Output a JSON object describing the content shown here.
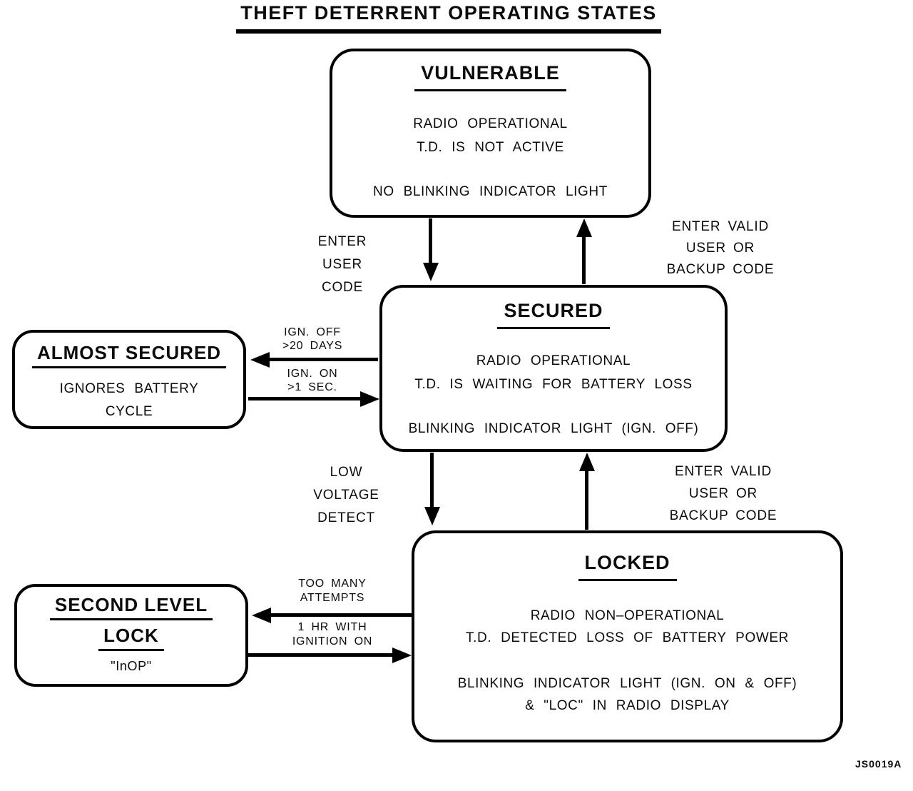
{
  "title": "THEFT DETERRENT OPERATING STATES",
  "figure_code": "JS0019A",
  "colors": {
    "ink": "#000000",
    "background": "#ffffff"
  },
  "states": {
    "vulnerable": {
      "name": "VULNERABLE",
      "lines": [
        "RADIO OPERATIONAL",
        "T.D. IS NOT ACTIVE"
      ],
      "indicator": "NO BLINKING INDICATOR LIGHT"
    },
    "secured": {
      "name": "SECURED",
      "lines": [
        "RADIO OPERATIONAL",
        "T.D. IS WAITING FOR BATTERY LOSS"
      ],
      "indicator": "BLINKING INDICATOR LIGHT (IGN. OFF)"
    },
    "almost_secured": {
      "name": "ALMOST SECURED",
      "lines": [
        "IGNORES BATTERY",
        "CYCLE"
      ]
    },
    "locked": {
      "name": "LOCKED",
      "lines": [
        "RADIO NON–OPERATIONAL",
        "T.D. DETECTED LOSS OF BATTERY POWER"
      ],
      "indicator_lines": [
        "BLINKING INDICATOR LIGHT (IGN. ON & OFF)",
        "& \"LOC\" IN RADIO DISPLAY"
      ]
    },
    "second_level_lock": {
      "name_lines": [
        "SECOND LEVEL",
        "LOCK"
      ],
      "display": "\"InOP\""
    }
  },
  "transitions": {
    "enter_user_code": [
      "ENTER",
      "USER",
      "CODE"
    ],
    "enter_valid_code_top": [
      "ENTER VALID",
      "USER OR",
      "BACKUP CODE"
    ],
    "ign_off_20_days": [
      "IGN. OFF",
      ">20 DAYS"
    ],
    "ign_on_1_sec": [
      "IGN. ON",
      ">1 SEC."
    ],
    "low_voltage_detect": [
      "LOW",
      "VOLTAGE",
      "DETECT"
    ],
    "enter_valid_code_bottom": [
      "ENTER VALID",
      "USER OR",
      "BACKUP CODE"
    ],
    "too_many_attempts": [
      "TOO MANY",
      "ATTEMPTS"
    ],
    "one_hr_ignition_on": [
      "1 HR WITH",
      "IGNITION ON"
    ]
  }
}
